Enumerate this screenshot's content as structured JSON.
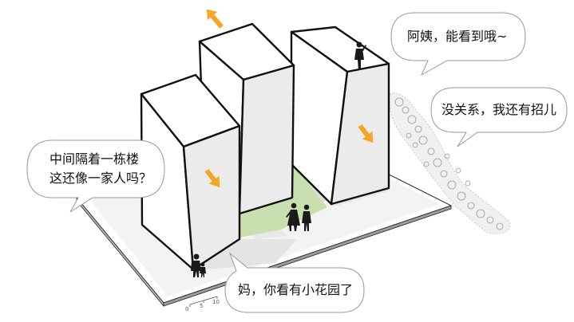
{
  "diagram": {
    "speech_bubbles": [
      {
        "id": "auntie",
        "lines": [
          "阿姨，能看到哦~"
        ]
      },
      {
        "id": "no-problem",
        "lines": [
          "没关系，我还有招儿"
        ]
      },
      {
        "id": "separated",
        "lines": [
          "中间隔着一栋楼",
          "这还像一家人吗？"
        ]
      },
      {
        "id": "mom-garden",
        "lines": [
          "妈，你看有小花园了"
        ]
      }
    ],
    "scale_bar": {
      "labels": [
        "0",
        "5",
        "10"
      ]
    },
    "colors": {
      "building_fill": "#ffffff",
      "building_side": "#e6e6e6",
      "outline": "#111111",
      "garden_green": "#c9dfb0",
      "ground": "#ececec",
      "shadow": "#dcdcdc",
      "arrow": "#f5a623",
      "foliage": "#cfcfcf"
    },
    "icons": [
      "arrow-icon",
      "person-icon",
      "tree-cluster-icon",
      "speech-bubble-icon"
    ]
  }
}
